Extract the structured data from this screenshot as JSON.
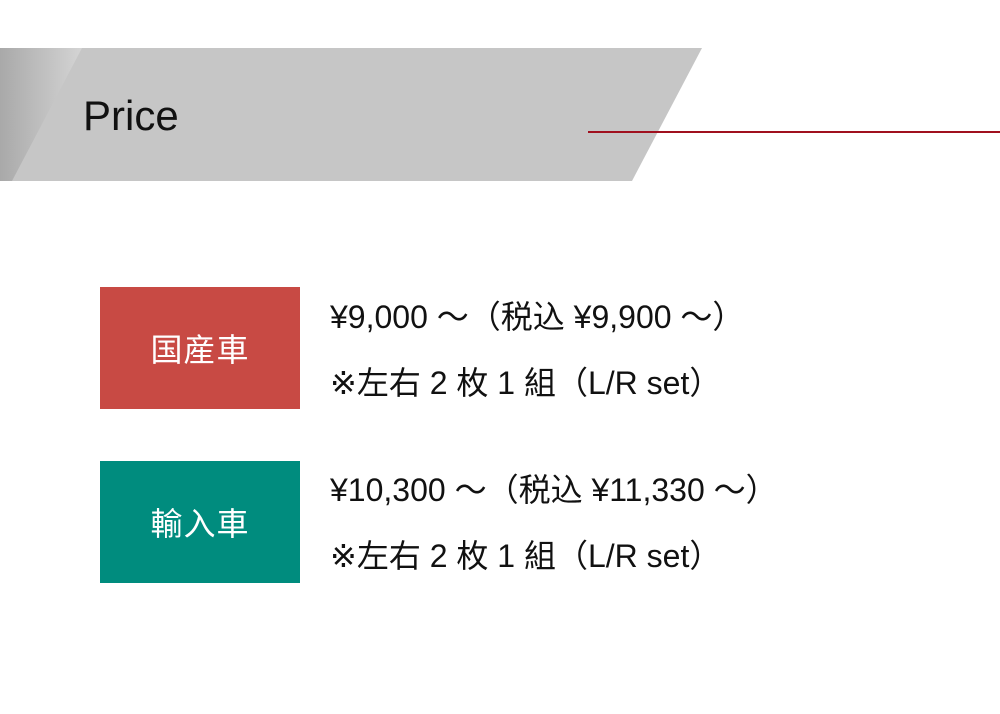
{
  "header": {
    "title": "Price"
  },
  "colors": {
    "domestic": "#c84a44",
    "imported": "#008c7e",
    "rule": "#a0101e",
    "banner": "#c6c6c6"
  },
  "prices": [
    {
      "label": "国産車",
      "price": "¥9,000 〜（税込 ¥9,900 〜）",
      "note": "※左右 2 枚 1 組（L/R set）"
    },
    {
      "label": "輸入車",
      "price": "¥10,300 〜（税込 ¥11,330 〜）",
      "note": "※左右 2 枚 1 組（L/R set）"
    }
  ]
}
